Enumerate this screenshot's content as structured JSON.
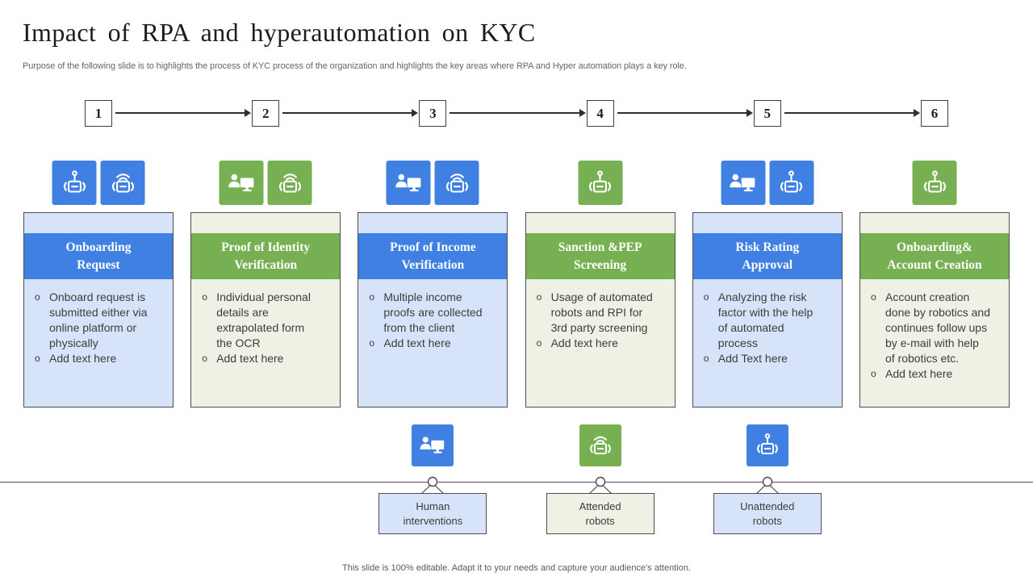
{
  "slide": {
    "title": "Impact of RPA and hyperautomation on KYC",
    "subtitle": "Purpose of the following slide is to highlights the process of KYC process of the organization and highlights the key areas where RPA and Hyper automation plays a key role.",
    "footer": "This slide is 100% editable. Adapt it to your needs and capture your audience's attention.",
    "bullet_marker": "o"
  },
  "colors": {
    "blue": "#3f80e2",
    "blue_light": "#d7e3f8",
    "green": "#77b053",
    "green_light": "#edf2e4",
    "border": "#4e4e4e",
    "arrow": "#2f2f2f"
  },
  "columns": [
    {
      "step": "1",
      "theme": "blue",
      "icons": [
        "unattended-robot",
        "attended-robot"
      ],
      "title": "Onboarding\nRequest",
      "bullets": [
        "Onboard request is submitted either via online platform or physically",
        "Add text here"
      ]
    },
    {
      "step": "2",
      "theme": "green",
      "icons": [
        "human-intervention",
        "attended-robot"
      ],
      "title": "Proof of Identity\nVerification",
      "bullets": [
        "Individual personal details are extrapolated form the OCR",
        "Add text here"
      ]
    },
    {
      "step": "3",
      "theme": "blue",
      "icons": [
        "human-intervention",
        "attended-robot"
      ],
      "title": "Proof of Income\nVerification",
      "bullets": [
        "Multiple income proofs are collected from the client",
        "Add text here"
      ]
    },
    {
      "step": "4",
      "theme": "green",
      "icons": [
        "unattended-robot"
      ],
      "title": "Sanction &PEP\nScreening",
      "bullets": [
        "Usage of automated robots and RPI for 3rd party screening",
        "Add text here"
      ]
    },
    {
      "step": "5",
      "theme": "blue",
      "icons": [
        "human-intervention",
        "unattended-robot"
      ],
      "title": "Risk Rating\nApproval",
      "bullets": [
        "Analyzing the risk factor with the help of automated process",
        "Add Text here"
      ]
    },
    {
      "step": "6",
      "theme": "green",
      "icons": [
        "unattended-robot"
      ],
      "title": "Onboarding&\nAccount Creation",
      "bullets": [
        "Account creation done by robotics and continues follow ups by e-mail with help of robotics etc.",
        "Add text here"
      ]
    }
  ],
  "legend": [
    {
      "icon": "human-intervention",
      "theme": "blue",
      "label": "Human\ninterventions"
    },
    {
      "icon": "attended-robot",
      "theme": "green",
      "label": "Attended\nrobots"
    },
    {
      "icon": "unattended-robot",
      "theme": "blue",
      "label": "Unattended\nrobots"
    }
  ]
}
